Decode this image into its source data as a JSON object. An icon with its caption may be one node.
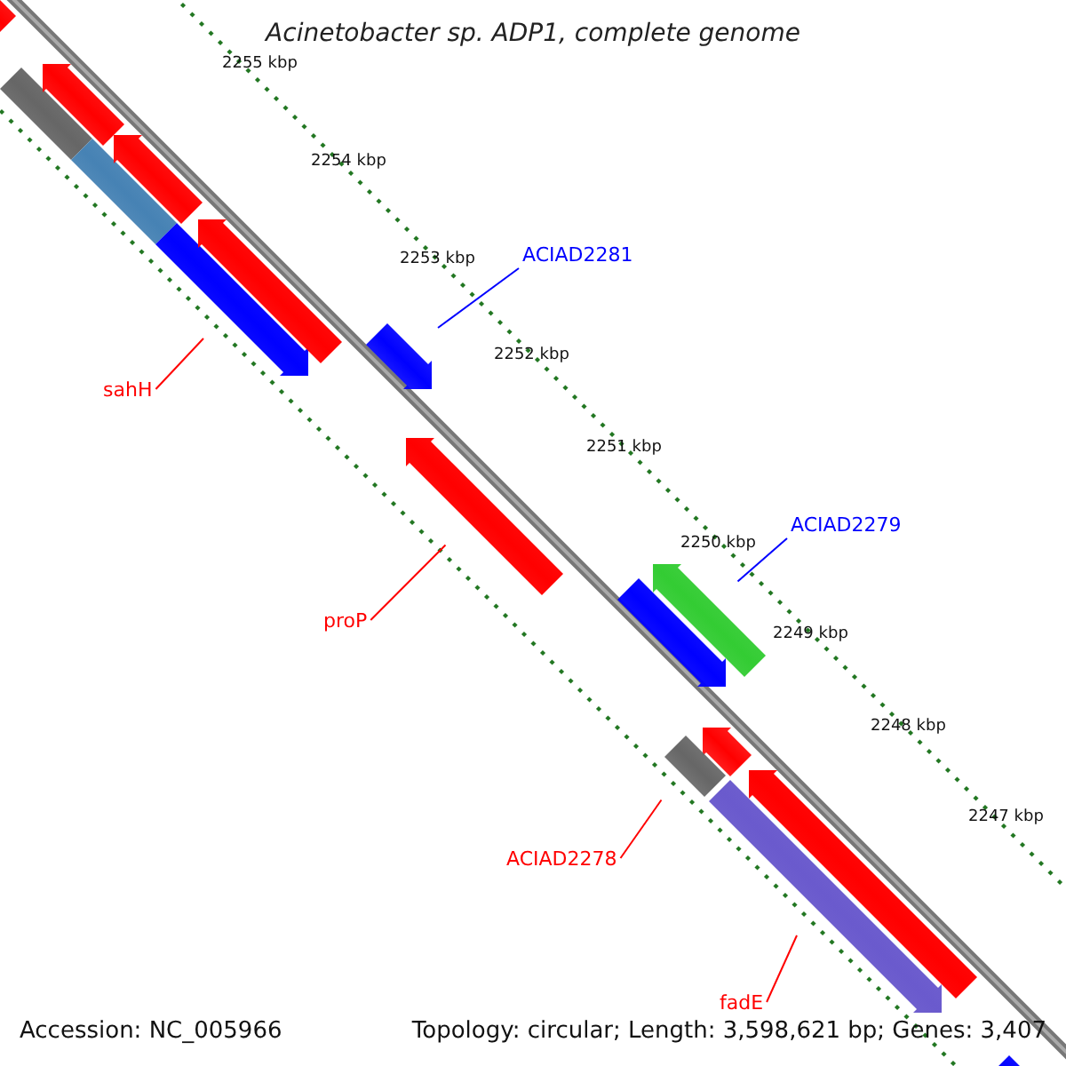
{
  "diagram": {
    "title": "Acinetobacter sp. ADP1, complete genome",
    "nodes": [
      {
        "text": [],
        "shape": "arrow"
      },
      {
        "text": [],
        "shape": "bar"
      },
      {
        "text": [],
        "shape": "arrow"
      },
      {
        "text": [],
        "shape": "bar"
      },
      {
        "text": [],
        "shape": "arrow"
      },
      {
        "text": [],
        "shape": "arrow"
      },
      {
        "text": [],
        "shape": "arrow"
      },
      {
        "text": [
          "ACIAD2281"
        ]
      },
      {
        "text": [],
        "shape": "arrow"
      },
      {
        "text": [
          "sahH"
        ]
      },
      {
        "text": [
          "ACIAD2279"
        ]
      },
      {
        "text": [],
        "shape": "arrow"
      },
      {
        "text": [],
        "shape": "arrow"
      },
      {
        "text": [
          "proP"
        ]
      },
      {
        "text": [],
        "shape": "arrow"
      },
      {
        "text": [],
        "shape": "arrow"
      },
      {
        "text": [],
        "shape": "bar"
      },
      {
        "text": [
          "ACIAD2278"
        ]
      },
      {
        "text": [],
        "shape": "arrow"
      },
      {
        "text": [],
        "shape": "arrow"
      },
      {
        "text": [
          "fadE"
        ]
      },
      {
        "text": [],
        "shape": "arrow"
      }
    ],
    "edges": [
      {
        "from": 7,
        "to": 8,
        "arrow": "none",
        "color": "#0000ff"
      },
      {
        "from": 9,
        "to": 5,
        "arrow": "none"
      },
      {
        "from": 10,
        "to": 11,
        "arrow": "none",
        "color": "#0000ff"
      },
      {
        "from": 13,
        "to": 14,
        "arrow": "none"
      },
      {
        "from": 17,
        "to": 16,
        "arrow": "none"
      },
      {
        "from": 20,
        "to": 19,
        "arrow": "none"
      }
    ],
    "labels": [
      "2255 kbp",
      "2254 kbp",
      "2253 kbp",
      "2252 kbp",
      "2251 kbp",
      "2250 kbp",
      "2249 kbp",
      "2248 kbp",
      "2247 kbp",
      "Accession: NC_005966",
      "Topology: circular; Length: 3,598,621 bp; Genes: 3,407"
    ]
  }
}
